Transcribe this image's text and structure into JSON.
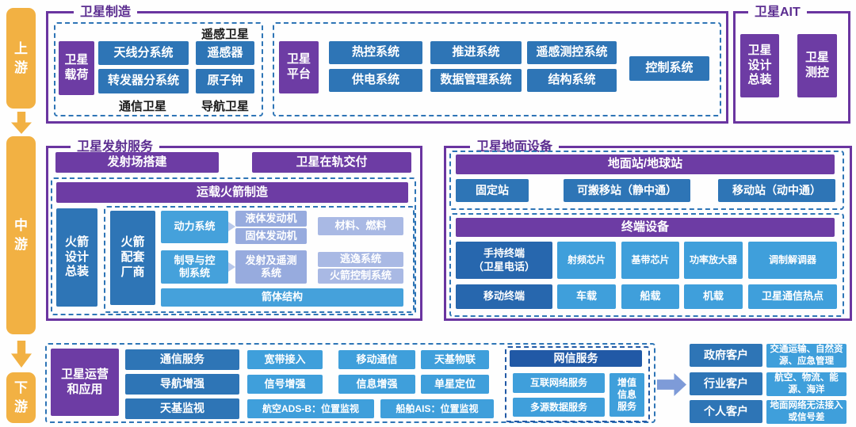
{
  "stages": {
    "upstream": "上\n游",
    "midstream": "中\n游",
    "downstream": "下\n游"
  },
  "manufacturing": {
    "title": "卫星制造",
    "remote_sensing_label": "遥感卫星",
    "comm_label": "通信卫星",
    "nav_label": "导航卫星",
    "payload": "卫星\n载荷",
    "antenna_subsystem": "天线分系统",
    "transponder_subsystem": "转发器分系统",
    "remote_sensor": "遥感器",
    "atomic_clock": "原子钟",
    "platform": "卫星\n平台",
    "thermal_system": "热控系统",
    "power_system": "供电系统",
    "propulsion_system": "推进系统",
    "data_mgmt_system": "数据管理系统",
    "ttc_system": "遥感测控系统",
    "structure_system": "结构系统",
    "control_system": "控制系统"
  },
  "ait": {
    "title": "卫星AIT",
    "design_assembly": "卫星\n设计\n总装",
    "measurement_control": "卫星\n测控"
  },
  "launch": {
    "title": "卫星发射服务",
    "launch_site": "发射场搭建",
    "in_orbit_delivery": "卫星在轨交付",
    "rocket_manufacturing": "运载火箭制造",
    "rocket_design_assembly": "火箭\n设计\n总装",
    "rocket_suppliers": "火箭\n配套\n厂商",
    "power_system": "动力系统",
    "liquid_engine": "液体发动机",
    "solid_engine": "固体发动机",
    "materials_fuel": "材料、燃料",
    "guidance_control": "制导与控\n制系统",
    "launch_telemetry": "发射及遥测\n系统",
    "escape_system": "逃逸系统",
    "rocket_control": "火箭控制系统",
    "rocket_body": "箭体结构"
  },
  "ground": {
    "title": "卫星地面设备",
    "station_header": "地面站/地球站",
    "fixed_station": "固定站",
    "portable_station": "可搬移站（静中通）",
    "mobile_station": "移动站（动中通）",
    "terminal_header": "终端设备",
    "handheld_terminal": "手持终端\n（卫星电话）",
    "rf_chip": "射频芯片",
    "baseband_chip": "基带芯片",
    "power_amplifier": "功率放大器",
    "modem": "调制解调器",
    "mobile_terminal": "移动终端",
    "vehicle": "车载",
    "ship": "船载",
    "airborne": "机载",
    "hotspot": "卫星通信热点"
  },
  "operation": {
    "title": "卫星运营\n和应用",
    "comm_service": "通信服务",
    "broadband": "宽带接入",
    "mobile_comm": "移动通信",
    "iot": "天基物联",
    "nav_enhance": "导航增强",
    "signal_enhance": "信号增强",
    "info_enhance": "信息增强",
    "single_sat_positioning": "单星定位",
    "space_surveillance": "天基监视",
    "ads_b": "航空ADS-B：位置监视",
    "ais": "船舶AIS：位置监视",
    "network_header": "网信服务",
    "internet_service": "互联网络服务",
    "multi_source_data": "多源数据服务",
    "value_added": "增值\n信息\n服务"
  },
  "customers": [
    {
      "type": "政府客户",
      "desc": "交通运输、自然资源、应急管理"
    },
    {
      "type": "行业客户",
      "desc": "航空、物流、能源、海洋"
    },
    {
      "type": "个人客户",
      "desc": "地面网络无法接入或信号差"
    }
  ],
  "colors": {
    "stage_yellow": "#F2B143",
    "purple_fill": "#6D3CA4",
    "purple_border": "#6A35A0",
    "blue_dark": "#2E75B6",
    "blue_navy": "#2159A6",
    "blue_sky": "#3F9FDB",
    "lavender": "#97ABDE",
    "arrow_periwinkle": "#7E9BD8"
  }
}
